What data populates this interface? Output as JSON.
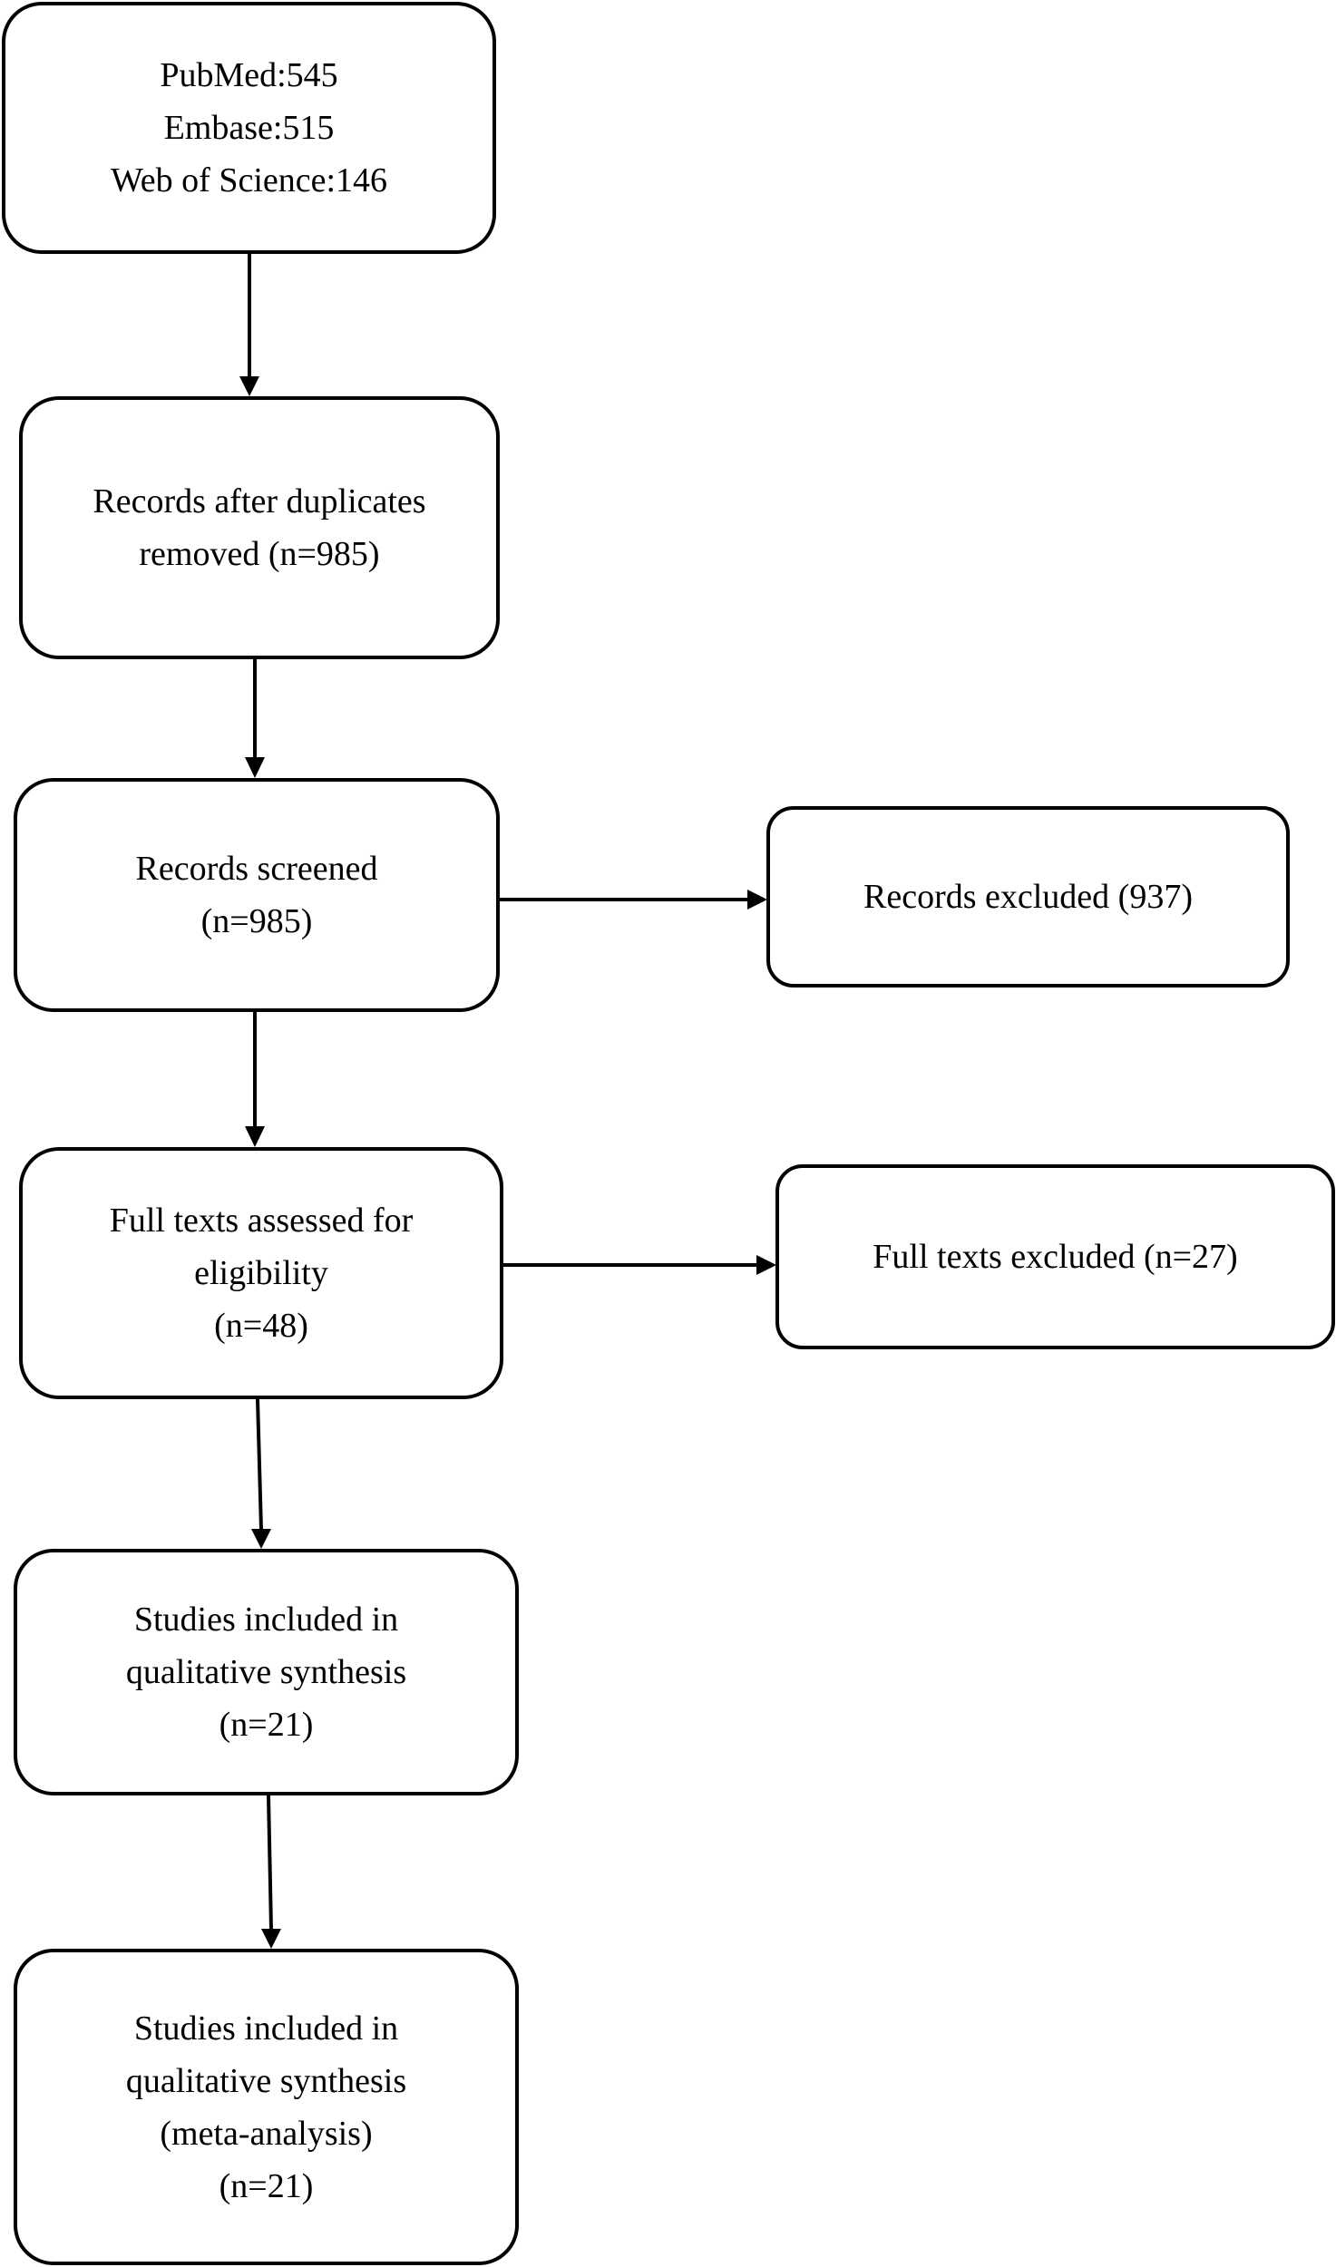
{
  "boxes": {
    "sources": {
      "lines": [
        "PubMed:545",
        "Embase:515",
        "Web of Science:146"
      ]
    },
    "dedup": {
      "lines": [
        "Records after duplicates",
        "removed (n=985)"
      ]
    },
    "screened": {
      "lines": [
        "Records screened",
        "(n=985)"
      ]
    },
    "excluded_records": {
      "lines": [
        "Records excluded (937)"
      ]
    },
    "fulltext": {
      "lines": [
        "Full texts assessed for",
        "eligibility",
        "(n=48)"
      ]
    },
    "excluded_fulltext": {
      "lines": [
        "Full texts excluded (n=27)"
      ]
    },
    "qualitative": {
      "lines": [
        "Studies included in",
        "qualitative synthesis",
        "(n=21)"
      ]
    },
    "quantitative": {
      "lines": [
        "Studies included in",
        "qualitative synthesis",
        "(meta-analysis)",
        "(n=21)"
      ]
    }
  },
  "colors": {
    "stroke": "#000000",
    "background": "#ffffff"
  }
}
